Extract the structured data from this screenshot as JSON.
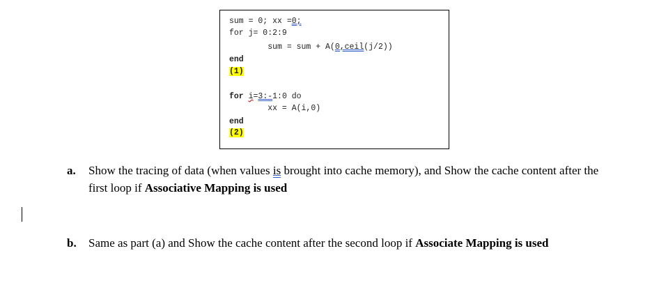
{
  "code_box": {
    "line1_a": "sum = 0; xx =",
    "line1_b": "0;",
    "line2": "for j= 0:2:9",
    "line3_a": "        sum = sum + A(",
    "line3_b": "0,ceil",
    "line3_c": "(j/2))",
    "line4": "end",
    "marker1": "(1)",
    "line5_a": "for ",
    "line5_b": "i",
    "line5_c": "=",
    "line5_d": "3:-",
    "line5_e": "1:0 do",
    "line6": "        xx = A(i,0)",
    "line7": "end",
    "marker2": "(2)"
  },
  "questions": [
    {
      "label": "a.",
      "text_1": "Show the tracing of data (when values ",
      "text_is": "is",
      "text_2": " brought into cache memory), and Show the cache content after the first loop if ",
      "bold": "Associative Mapping is used"
    },
    {
      "label": "b.",
      "text_1": "Same as part (a) and Show the cache content after the second loop if ",
      "bold": "Associate Mapping is used"
    }
  ]
}
